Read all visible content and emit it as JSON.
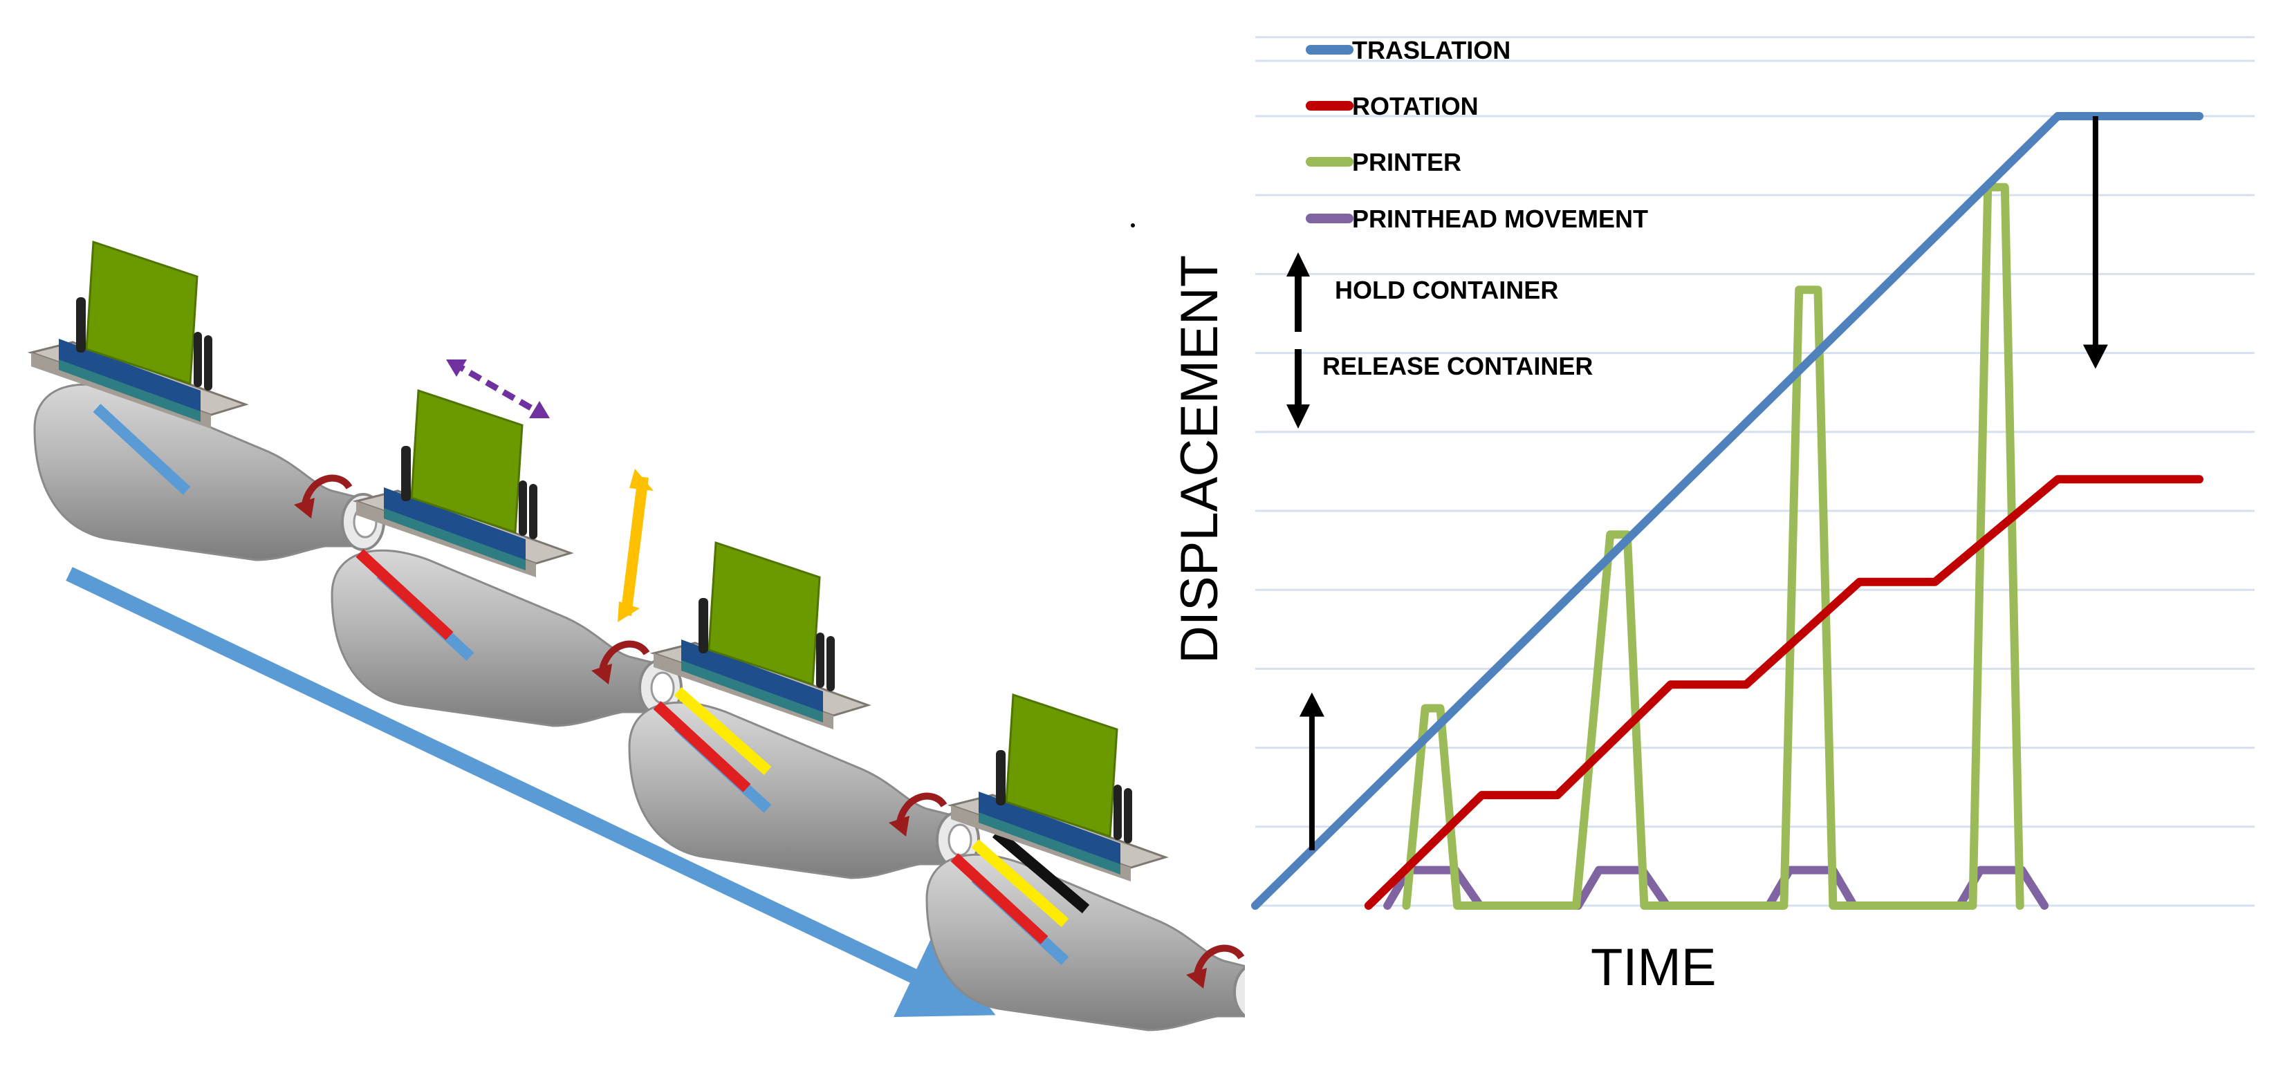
{
  "chart_data": {
    "type": "line",
    "xlabel": "TIME",
    "ylabel": "DISPLACEMENT",
    "xlim": [
      0,
      100
    ],
    "ylim": [
      0,
      100
    ],
    "grid": true,
    "legend_position": "top-left",
    "series": [
      {
        "name": "TRASLATION",
        "color": "#4F81BD",
        "points": [
          [
            0,
            0
          ],
          [
            85,
            100
          ],
          [
            100,
            100
          ]
        ]
      },
      {
        "name": "ROTATION",
        "color": "#C00000",
        "points": [
          [
            12,
            0
          ],
          [
            24,
            14
          ],
          [
            32,
            14
          ],
          [
            44,
            28
          ],
          [
            52,
            28
          ],
          [
            64,
            41
          ],
          [
            72,
            41
          ],
          [
            85,
            54
          ],
          [
            100,
            54
          ]
        ]
      },
      {
        "name": "PRINTER",
        "color": "#9BBB59",
        "points": [
          [
            16,
            0
          ],
          [
            18,
            25
          ],
          [
            19.6,
            25
          ],
          [
            21.4,
            0
          ],
          [
            34,
            0
          ],
          [
            37.6,
            47
          ],
          [
            39.4,
            47
          ],
          [
            41.2,
            0
          ],
          [
            56,
            0
          ],
          [
            57.6,
            78
          ],
          [
            59.6,
            78
          ],
          [
            61.2,
            0
          ],
          [
            76,
            0
          ],
          [
            77.6,
            91
          ],
          [
            79.4,
            91
          ],
          [
            81,
            0
          ]
        ]
      },
      {
        "name": "PRINTHEAD MOVEMENT",
        "color": "#8064A2",
        "points": [
          [
            14,
            0
          ],
          [
            16.2,
            4.5
          ],
          [
            21.2,
            4.5
          ],
          [
            23.8,
            0
          ],
          [
            34.2,
            0
          ],
          [
            36.4,
            4.5
          ],
          [
            41,
            4.5
          ],
          [
            43.6,
            0
          ],
          [
            54.4,
            0
          ],
          [
            56.6,
            4.5
          ],
          [
            61.2,
            4.5
          ],
          [
            63.4,
            0
          ],
          [
            74.6,
            0
          ],
          [
            76.8,
            4.5
          ],
          [
            81.2,
            4.5
          ],
          [
            83.6,
            0
          ]
        ]
      }
    ],
    "markers": [
      {
        "name": "HOLD CONTAINER",
        "direction": "up"
      },
      {
        "name": "RELEASE CONTAINER",
        "direction": "down"
      }
    ],
    "annotations": [
      {
        "type": "up-arrow",
        "x": 6,
        "y_from": 7,
        "y_to": 27
      },
      {
        "type": "down-arrow",
        "x": 89,
        "y_from": 100,
        "y_to": 68
      }
    ]
  },
  "legend": {
    "translation": "TRASLATION",
    "rotation": "ROTATION",
    "printer": "PRINTER",
    "printhead": "PRINTHEAD MOVEMENT",
    "hold": "HOLD CONTAINER",
    "release": "RELEASE CONTAINER"
  },
  "colors": {
    "translation": "#4F81BD",
    "rotation": "#C00000",
    "printer": "#9BBB59",
    "printhead": "#8064A2",
    "grid": "#D6E0EE",
    "head_board": "#6A9A00",
    "head_body": "#1F4E8C",
    "head_strip": "#2E7D82",
    "bottle": "#A9A9A9",
    "arrow_blue": "#5B9BD5",
    "arrow_orange": "#FFC000",
    "arrow_purple": "#7030A0",
    "stripe_yellow": "#FFEB00",
    "stripe_black": "#111111",
    "stripe_red": "#E02020",
    "stripe_blue": "#5B9BD5"
  },
  "illustration": {
    "stations": [
      {
        "stripes": [
          "blue"
        ]
      },
      {
        "stripes": [
          "blue",
          "red"
        ]
      },
      {
        "stripes": [
          "blue",
          "red",
          "yellow"
        ]
      },
      {
        "stripes": [
          "blue",
          "red",
          "yellow",
          "black"
        ]
      }
    ]
  }
}
